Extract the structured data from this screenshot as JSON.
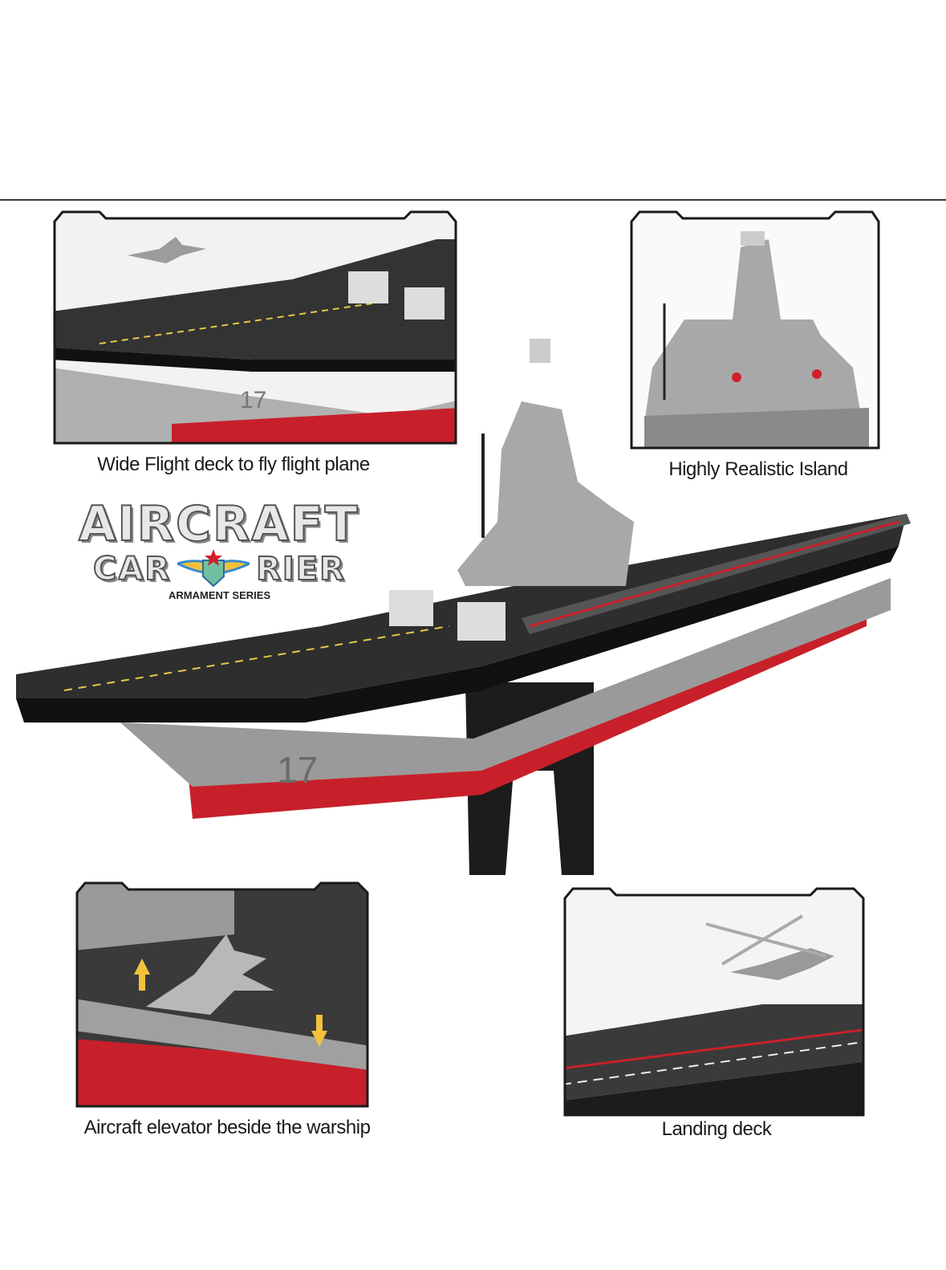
{
  "captions": {
    "flight_deck": "Wide Flight deck to fly flight plane",
    "island": "Highly Realistic Island",
    "elevator": "Aircraft elevator beside the warship",
    "landing": "Landing deck"
  },
  "logo": {
    "line1": "AIRCRAFT",
    "line2_left": "CAR",
    "line2_right": "RIER",
    "subtitle": "ARMAMENT SERIES"
  },
  "hull_number": "17",
  "colors": {
    "hull_gray": "#9a9a9a",
    "deck": "#2e2e2e",
    "red": "#d0202a",
    "frame": "#1a1a1a"
  }
}
